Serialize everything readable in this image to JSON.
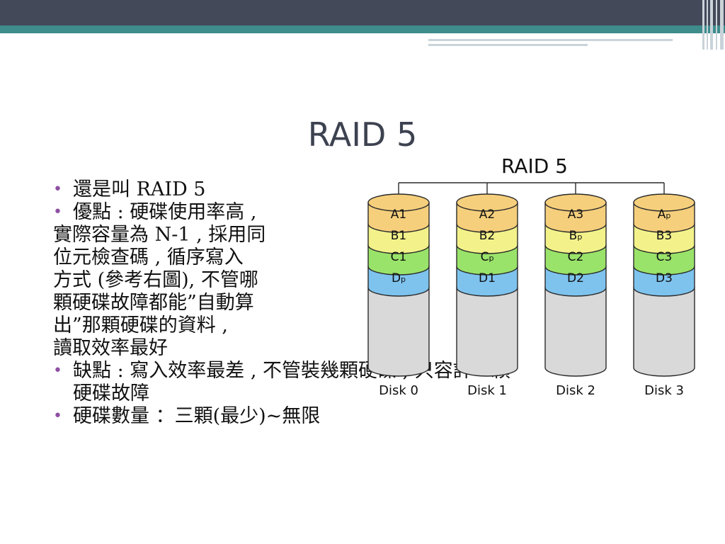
{
  "slide": {
    "title": "RAID 5",
    "bullets": [
      {
        "lines": [
          "還是叫 RAID 5"
        ]
      },
      {
        "lines": [
          "優點 : 硬碟使用率高 ,",
          "實際容量為 N-1 , 採用同",
          "位元檢查碼 , 循序寫入",
          "方式 (參考右圖), 不管哪",
          "顆硬碟故障都能”自動算",
          "出”那顆硬碟的資料 ,",
          "讀取效率最好"
        ]
      },
      {
        "lines": [
          "缺點 : 寫入效率最差 , 不管裝幾顆硬碟 , 只容許一顆",
          "硬碟故障"
        ]
      },
      {
        "lines": [
          "硬碟數量 ：三顆(最少)~無限"
        ]
      }
    ],
    "bullet_symbol": "•"
  },
  "diagram": {
    "title": "RAID 5",
    "disks": [
      {
        "label": "Disk 0",
        "blocks": [
          {
            "text": "A1",
            "sub": ""
          },
          {
            "text": "B1",
            "sub": ""
          },
          {
            "text": "C1",
            "sub": ""
          },
          {
            "text": "D",
            "sub": "p"
          }
        ]
      },
      {
        "label": "Disk 1",
        "blocks": [
          {
            "text": "A2",
            "sub": ""
          },
          {
            "text": "B2",
            "sub": ""
          },
          {
            "text": "C",
            "sub": "p"
          },
          {
            "text": "D1",
            "sub": ""
          }
        ]
      },
      {
        "label": "Disk 2",
        "blocks": [
          {
            "text": "A3",
            "sub": ""
          },
          {
            "text": "B",
            "sub": "p"
          },
          {
            "text": "C2",
            "sub": ""
          },
          {
            "text": "D2",
            "sub": ""
          }
        ]
      },
      {
        "label": "Disk 3",
        "blocks": [
          {
            "text": "A",
            "sub": "p"
          },
          {
            "text": "B3",
            "sub": ""
          },
          {
            "text": "C3",
            "sub": ""
          },
          {
            "text": "D3",
            "sub": ""
          }
        ]
      }
    ],
    "colors": {
      "row_a": "#f6cf7c",
      "row_b": "#f3f28a",
      "row_c": "#9ae36a",
      "row_d": "#7ec3ee",
      "empty": "#d9d9d9",
      "stroke": "#2a2a2a"
    }
  },
  "theme": {
    "header_dark": "#44495a",
    "header_teal": "#3e8c8c",
    "bullet_color": "#8e4fa3",
    "title_color": "#3d4250"
  }
}
